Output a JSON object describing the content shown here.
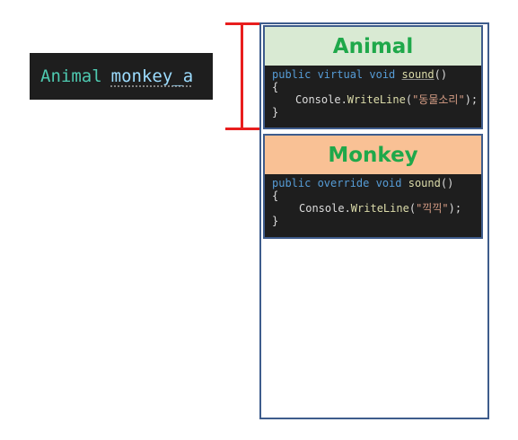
{
  "declaration": {
    "type": "Animal",
    "variable": "monkey_a"
  },
  "animal": {
    "title": "Animal",
    "code": {
      "signature_modifiers": "public virtual void",
      "method": "sound",
      "parens": "()",
      "open_brace": "{",
      "call_object": "Console.",
      "call_method": "WriteLine",
      "call_open": "(",
      "argument": "\"동물소리\"",
      "call_close": ");",
      "close_brace": "}"
    }
  },
  "monkey": {
    "title": "Monkey",
    "code": {
      "signature_modifiers": "public override void",
      "method": "sound",
      "parens": "()",
      "open_brace": "{",
      "call_object": "Console.",
      "call_method": "WriteLine",
      "call_open": "(",
      "argument": "\"끽끽\"",
      "call_close": ");",
      "close_brace": "}"
    }
  },
  "colors": {
    "bracket": "#e81e1e",
    "frame_border": "#3e5c8c",
    "title_text": "#1fa84a",
    "animal_header": "#d9ead3",
    "monkey_header": "#f9c195"
  }
}
